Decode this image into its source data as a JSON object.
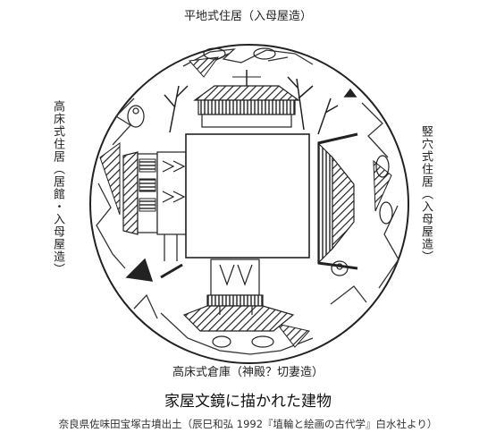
{
  "labels": {
    "top": "平地式住居（入母屋造）",
    "left": "高床式住居（居館・入母屋造）",
    "right": "竪穴式住居（入母屋造）",
    "bottom": "高床式倉庫（神殿？切妻造）"
  },
  "caption": {
    "title": "家屋文鏡に描かれた建物",
    "source": "奈良県佐味田宝塚古墳出土（辰巳和弘 1992『埴輪と絵画の古代学』白水社より）"
  }
}
